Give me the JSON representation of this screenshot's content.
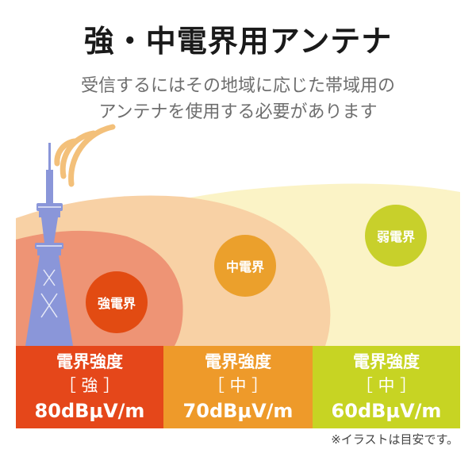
{
  "title": "強・中電界用アンテナ",
  "subtitle": {
    "line1": "受信するにはその地域に応じた帯域用の",
    "line2": "アンテナを使用する必要があります"
  },
  "zones": {
    "strong": "強電界",
    "medium": "中電界",
    "weak": "弱電界"
  },
  "bands": [
    {
      "heading": "電界強度",
      "level": "［ 強 ］",
      "value": "80dBμV/m",
      "color": "#e5471a"
    },
    {
      "heading": "電界強度",
      "level": "［ 中 ］",
      "value": "70dBμV/m",
      "color": "#ee9a2a"
    },
    {
      "heading": "電界強度",
      "level": "［ 中 ］",
      "value": "60dBμV/m",
      "color": "#c7d423"
    }
  ],
  "note": "※イラストは目安です。",
  "colors": {
    "strong_zone": "#ee9475",
    "medium_zone": "#f8d1a5",
    "weak_zone": "#fbf3c6",
    "strong_badge": "#e24b12",
    "medium_badge": "#eba02c",
    "weak_badge": "#c8d02b",
    "tower": "#8a96d9"
  }
}
